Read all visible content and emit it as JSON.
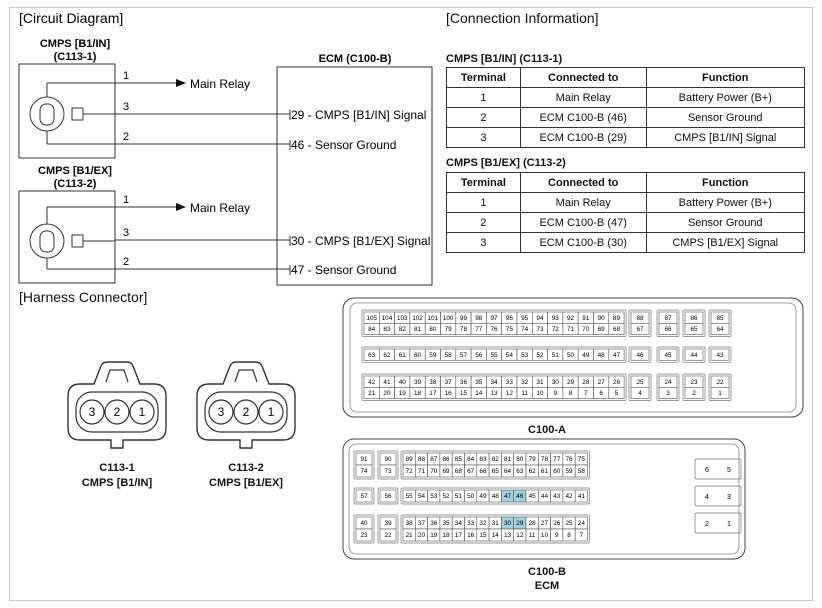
{
  "circuit": {
    "title": "[Circuit Diagram]",
    "sensor1": {
      "name": "CMPS [B1/IN]",
      "code": "(C113-1)"
    },
    "sensor2": {
      "name": "CMPS [B1/EX]",
      "code": "(C113-2)"
    },
    "ecm_title": "ECM (C100-B)",
    "wires1": [
      {
        "pin": "1",
        "label": "Main Relay"
      },
      {
        "pin": "3",
        "label": "29 - CMPS [B1/IN] Signal"
      },
      {
        "pin": "2",
        "label": "46 - Sensor Ground"
      }
    ],
    "wires2": [
      {
        "pin": "1",
        "label": "Main Relay"
      },
      {
        "pin": "3",
        "label": "30 - CMPS [B1/EX] Signal"
      },
      {
        "pin": "2",
        "label": "47 - Sensor Ground"
      }
    ]
  },
  "connection": {
    "title": "[Connection Information]",
    "headers": [
      "Terminal",
      "Connected to",
      "Function"
    ],
    "table1": {
      "title": "CMPS [B1/IN] (C113-1)",
      "rows": [
        [
          "1",
          "Main Relay",
          "Battery Power (B+)"
        ],
        [
          "2",
          "ECM C100-B (46)",
          "Sensor Ground"
        ],
        [
          "3",
          "ECM C100-B (29)",
          "CMPS [B1/IN] Signal"
        ]
      ]
    },
    "table2": {
      "title": "CMPS [B1/EX] (C113-2)",
      "rows": [
        [
          "1",
          "Main Relay",
          "Battery Power (B+)"
        ],
        [
          "2",
          "ECM C100-B (47)",
          "Sensor Ground"
        ],
        [
          "3",
          "ECM C100-B (30)",
          "CMPS [B1/EX] Signal"
        ]
      ]
    }
  },
  "harness": {
    "title": "[Harness Connector]",
    "connectors": [
      {
        "pins": [
          "3",
          "2",
          "1"
        ],
        "code": "C113-1",
        "name": "CMPS [B1/IN]"
      },
      {
        "pins": [
          "3",
          "2",
          "1"
        ],
        "code": "C113-2",
        "name": "CMPS [B1/EX]"
      }
    ]
  },
  "ecm": {
    "c100a": {
      "label": "C100-A",
      "groups": [
        {
          "rows": [
            [
              "105",
              "104",
              "103",
              "102",
              "101",
              "100",
              "99",
              "98",
              "97",
              "96",
              "95",
              "94",
              "93",
              "92",
              "91",
              "90",
              "89"
            ],
            [
              "84",
              "83",
              "82",
              "81",
              "80",
              "79",
              "78",
              "77",
              "76",
              "75",
              "74",
              "73",
              "72",
              "71",
              "70",
              "69",
              "68"
            ]
          ],
          "singles": [
            [
              "88",
              "67"
            ],
            [
              "87",
              "66"
            ],
            [
              "86",
              "65"
            ],
            [
              "85",
              "64"
            ]
          ]
        },
        {
          "rows": [
            [
              "63",
              "62",
              "61",
              "60",
              "59",
              "58",
              "57",
              "56",
              "55",
              "54",
              "53",
              "52",
              "51",
              "50",
              "49",
              "48",
              "47"
            ]
          ],
          "singles": [
            [
              "46"
            ],
            [
              "45"
            ],
            [
              "44"
            ],
            [
              "43"
            ]
          ]
        },
        {
          "rows": [
            [
              "42",
              "41",
              "40",
              "39",
              "38",
              "37",
              "36",
              "35",
              "34",
              "33",
              "32",
              "31",
              "30",
              "29",
              "28",
              "27",
              "26"
            ],
            [
              "21",
              "20",
              "19",
              "18",
              "17",
              "16",
              "15",
              "14",
              "13",
              "12",
              "11",
              "10",
              "9",
              "8",
              "7",
              "6",
              "5"
            ]
          ],
          "singles": [
            [
              "25",
              "4"
            ],
            [
              "24",
              "3"
            ],
            [
              "23",
              "2"
            ],
            [
              "22",
              "1"
            ]
          ]
        }
      ]
    },
    "c100b": {
      "label": "C100-B",
      "sublabel": "ECM",
      "highlight": [
        "46",
        "47",
        "29",
        "30"
      ],
      "highlight_color": "#9fd2dc",
      "groups": [
        {
          "rows": [
            [
              "91",
              "74"
            ],
            [
              "90",
              "73"
            ]
          ],
          "main": [
            [
              "89",
              "88",
              "87",
              "86",
              "85",
              "84",
              "83",
              "82",
              "81",
              "80",
              "79",
              "78",
              "77",
              "76",
              "75"
            ],
            [
              "72",
              "71",
              "70",
              "69",
              "68",
              "67",
              "66",
              "65",
              "64",
              "63",
              "62",
              "61",
              "60",
              "59",
              "58"
            ]
          ]
        },
        {
          "rows": [
            [
              "57"
            ],
            [
              "56"
            ]
          ],
          "main": [
            [
              "55",
              "54",
              "53",
              "52",
              "51",
              "50",
              "49",
              "48",
              "47",
              "46",
              "45",
              "44",
              "43",
              "42",
              "41"
            ]
          ]
        },
        {
          "rows": [
            [
              "40",
              "23"
            ],
            [
              "39",
              "22"
            ]
          ],
          "main": [
            [
              "38",
              "37",
              "36",
              "35",
              "34",
              "33",
              "32",
              "31",
              "30",
              "29",
              "28",
              "27",
              "26",
              "25",
              "24"
            ],
            [
              "21",
              "20",
              "19",
              "18",
              "17",
              "16",
              "15",
              "14",
              "13",
              "12",
              "11",
              "10",
              "9",
              "8",
              "7"
            ]
          ]
        }
      ],
      "side": [
        [
          "6",
          "5"
        ],
        [
          "4",
          "3"
        ],
        [
          "2",
          "1"
        ]
      ]
    }
  }
}
